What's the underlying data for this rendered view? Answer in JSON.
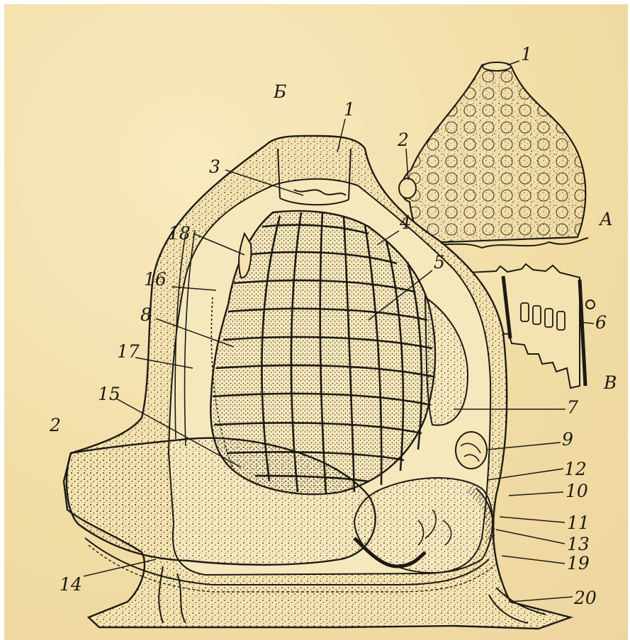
{
  "figure": {
    "panel_labels": {
      "A": "А",
      "B": "Б",
      "V": "В"
    },
    "callouts": {
      "a1": "1",
      "a2": "2",
      "b1": "1",
      "b2": "2",
      "b3": "3",
      "b4": "4",
      "b5": "5",
      "v6": "6",
      "b7": "7",
      "b8": "8",
      "b9": "9",
      "b10": "10",
      "b11": "11",
      "b12": "12",
      "b13": "13",
      "b14": "14",
      "b15": "15",
      "b16": "16",
      "b17": "17",
      "b18": "18",
      "b19": "19",
      "b20": "20"
    },
    "colors": {
      "paper": "#f4e3b0",
      "ink": "#1d1a14"
    }
  }
}
